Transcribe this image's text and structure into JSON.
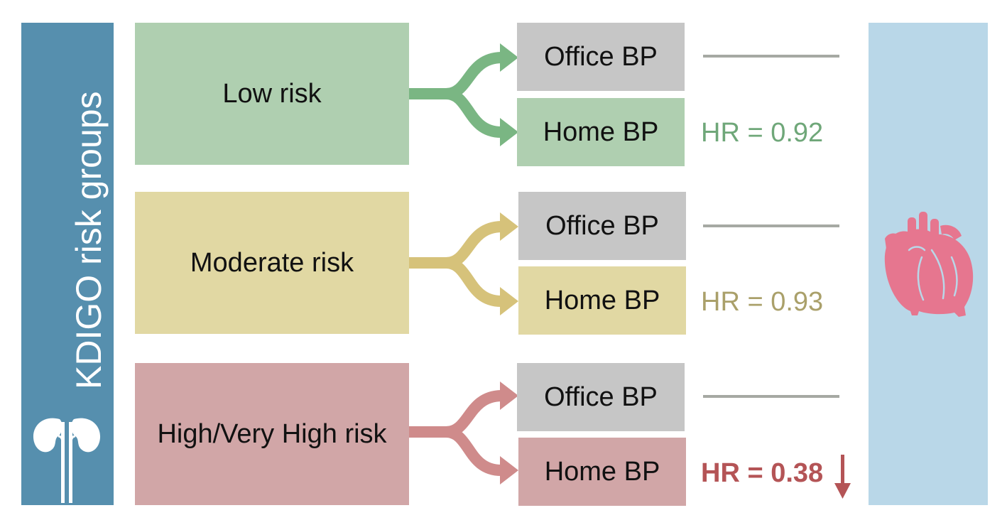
{
  "sidebar": {
    "title": "KDIGO risk groups",
    "icon": "kidney-icon"
  },
  "groups": [
    {
      "label": "Low risk",
      "color": "#afcfb0",
      "arrow_color": "#7ab683",
      "office_label": "Office BP",
      "home_label": "Home BP",
      "office_hr": "",
      "home_hr": "HR = 0.92",
      "hr_color": "#6fa779"
    },
    {
      "label": "Moderate risk",
      "color": "#e1d8a3",
      "arrow_color": "#d6c27a",
      "office_label": "Office BP",
      "home_label": "Home BP",
      "office_hr": "",
      "home_hr": "HR = 0.93",
      "hr_color": "#aaa06a"
    },
    {
      "label": "High/Very High risk",
      "color": "#d1a6a7",
      "arrow_color": "#cf8b8b",
      "office_label": "Office BP",
      "home_label": "Home BP",
      "office_hr": "",
      "home_hr": "HR = 0.38",
      "hr_color": "#b45456",
      "home_hr_bold": true,
      "decrease_indicator": "down-arrow-icon"
    }
  ],
  "outcome": {
    "icon": "heart-icon",
    "color": "#e6768f"
  },
  "colors": {
    "sidebar": "#568fae",
    "outcome_panel": "#b9d7e8",
    "office_box": "#c6c6c6",
    "dash": "#a6a9a3"
  }
}
